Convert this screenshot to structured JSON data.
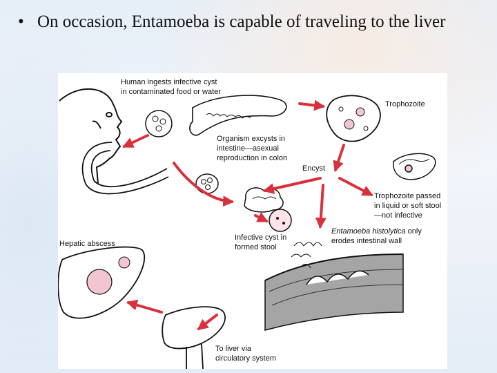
{
  "slide": {
    "bullet_glyph": "•",
    "bullet_text": "On occasion, Entamoeba is capable of traveling to the liver"
  },
  "diagram": {
    "labels": {
      "ingests": [
        "Human ingests infective cyst",
        "in contaminated food or water"
      ],
      "trophozoite": "Trophozoite",
      "excysts": [
        "Organism excysts in",
        "intestine—asexual",
        "reproduction in colon"
      ],
      "encyst": "Encyst",
      "passed": [
        "Trophozoite passed",
        "in liquid or soft stool",
        "—not infective"
      ],
      "infective": [
        "Infective cyst in",
        "formed stool"
      ],
      "erodes_italic": "Entamoeba histolytica",
      "erodes_rest": " only",
      "erodes_line2": "erodes intestinal wall",
      "hepatic": "Hepatic abscess",
      "to_liver": [
        "To liver via",
        "circulatory system"
      ]
    },
    "colors": {
      "arrow": "#d9303c",
      "ink": "#111111",
      "tissue": "#9a9a9a"
    }
  }
}
